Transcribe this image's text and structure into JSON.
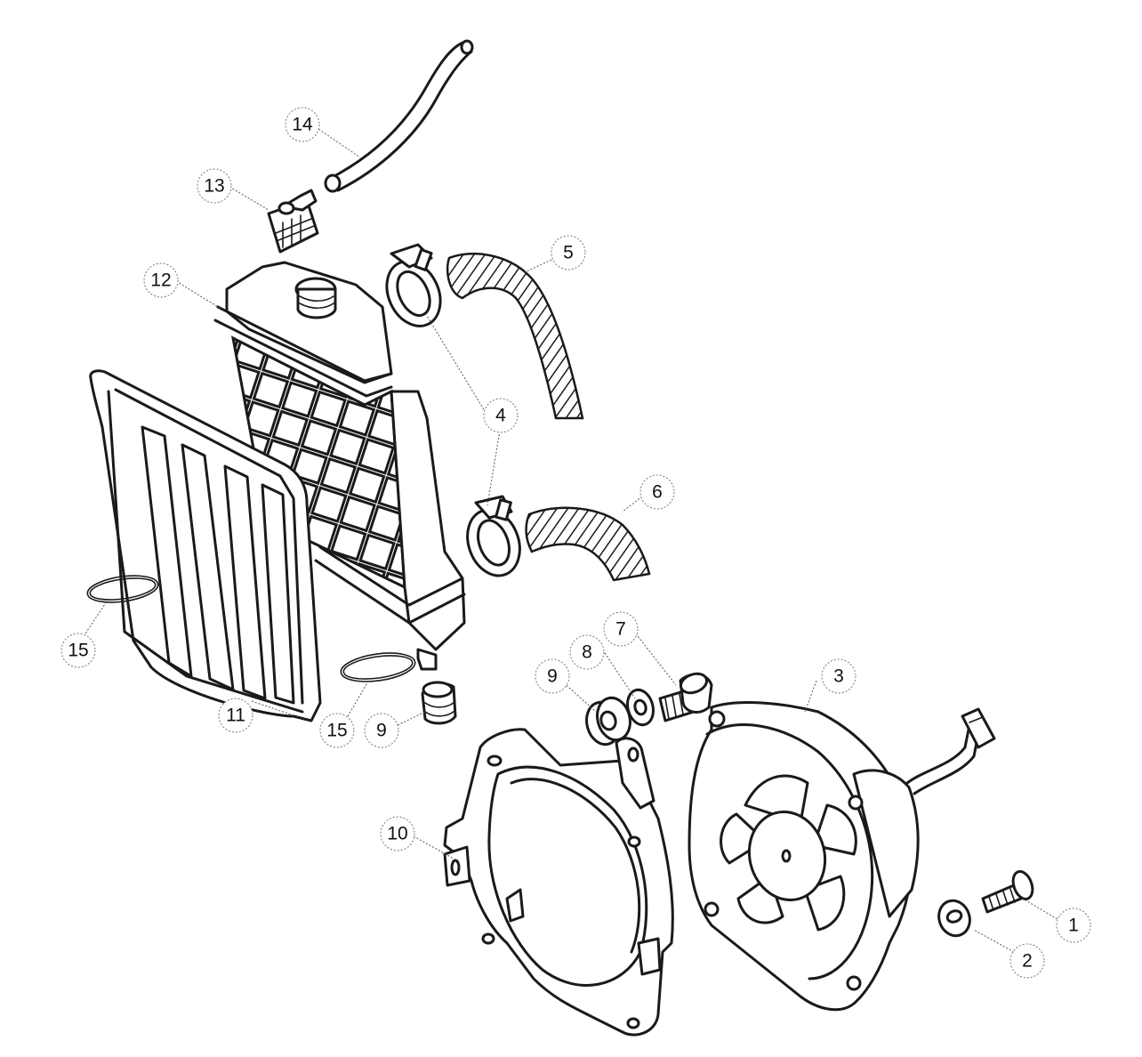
{
  "callouts": {
    "c1": "1",
    "c2": "2",
    "c3": "3",
    "c4a": "4",
    "c5": "5",
    "c6": "6",
    "c7": "7",
    "c8": "8",
    "c9a": "9",
    "c9b": "9",
    "c10": "10",
    "c11": "11",
    "c12": "12",
    "c13": "13",
    "c14": "14",
    "c15a": "15",
    "c15b": "15"
  },
  "colors": {
    "line": "#1a1a1a",
    "background": "#ffffff",
    "callout_ring": "#777777"
  }
}
